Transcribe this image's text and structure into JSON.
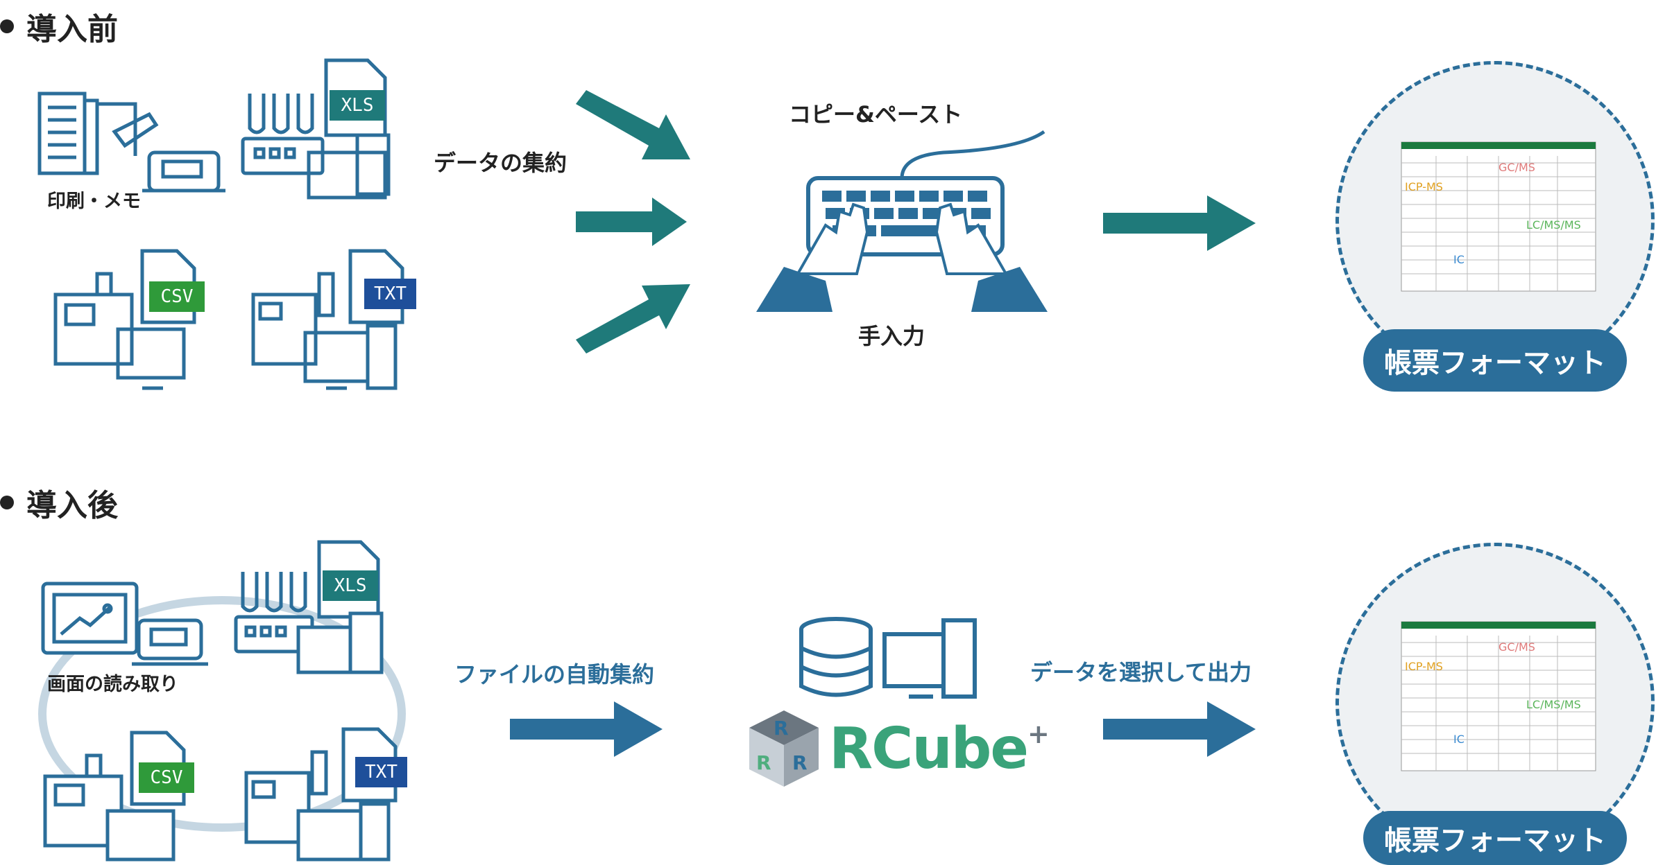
{
  "before": {
    "title": "導入前",
    "sources": {
      "print_label": "印刷・メモ",
      "xls": "XLS",
      "csv": "CSV",
      "txt": "TXT"
    },
    "collect_label": "データの集約",
    "copy_paste_label": "コピー&ペースト",
    "manual_label": "手入力",
    "output_label": "帳票フォーマット"
  },
  "after": {
    "title": "導入後",
    "sources": {
      "screen_label": "画面の読み取り",
      "xls": "XLS",
      "csv": "CSV",
      "txt": "TXT"
    },
    "auto_label": "ファイルの自動集約",
    "logo_text": "RCube",
    "logo_plus": "+",
    "select_label": "データを選択して出力",
    "output_label": "帳票フォーマット"
  },
  "report_thumb": {
    "overlay_labels": [
      "GC/MS",
      "ICP-MS",
      "LC/MS/MS",
      "IC"
    ]
  },
  "colors": {
    "teal_arrow": "#1f7a7a",
    "blue_arrow": "#2b6e9a",
    "icon_stroke": "#2b6e9a",
    "xls_badge": "#1f7a7a",
    "csv_badge": "#2f9a3a",
    "txt_badge": "#1e4f9a",
    "pill": "#2b6e9a",
    "circle_bg": "#eef1f3"
  }
}
